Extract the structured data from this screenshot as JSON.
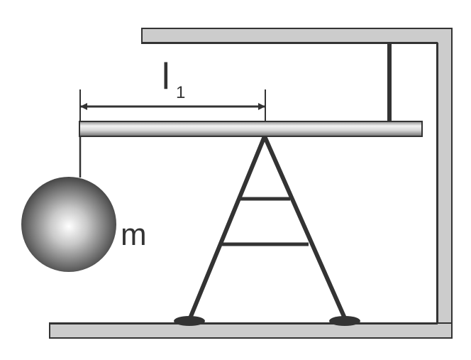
{
  "labels": {
    "length_main": "l",
    "length_sub": "1",
    "mass": "m"
  },
  "colors": {
    "frame_fill": "#cccccc",
    "outline": "#333333",
    "ball_light": "#ffffff",
    "ball_dark": "#3a3a3a"
  }
}
